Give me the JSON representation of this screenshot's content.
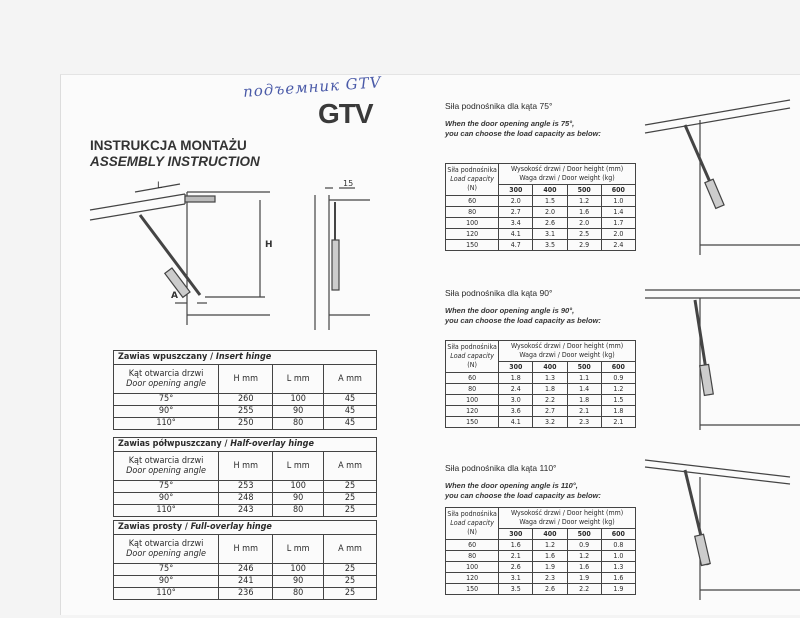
{
  "handwriting": "подъемник GTV",
  "logo": "GTV",
  "title_pl": "INSTRUKCJA MONTAŻU",
  "title_en": "ASSEMBLY INSTRUCTION",
  "diagram_labels": {
    "L": "L",
    "H": "H",
    "A": "A",
    "gap": "15"
  },
  "hinge_tables": [
    {
      "title_pl": "Zawias wpuszczany / ",
      "title_en": "Insert hinge",
      "col_angle_pl": "Kąt otwarcia drzwi",
      "col_angle_en": "Door opening angle",
      "cols": [
        "H mm",
        "L mm",
        "A mm"
      ],
      "rows": [
        [
          "75°",
          "260",
          "100",
          "45"
        ],
        [
          "90°",
          "255",
          "90",
          "45"
        ],
        [
          "110°",
          "250",
          "80",
          "45"
        ]
      ]
    },
    {
      "title_pl": "Zawias półwpuszczany / ",
      "title_en": "Half-overlay hinge",
      "col_angle_pl": "Kąt otwarcia drzwi",
      "col_angle_en": "Door opening angle",
      "cols": [
        "H mm",
        "L mm",
        "A mm"
      ],
      "rows": [
        [
          "75°",
          "253",
          "100",
          "25"
        ],
        [
          "90°",
          "248",
          "90",
          "25"
        ],
        [
          "110°",
          "243",
          "80",
          "25"
        ]
      ]
    },
    {
      "title_pl": "Zawias prosty / ",
      "title_en": "Full-overlay hinge",
      "col_angle_pl": "Kąt otwarcia drzwi",
      "col_angle_en": "Door opening angle",
      "cols": [
        "H mm",
        "L mm",
        "A mm"
      ],
      "rows": [
        [
          "75°",
          "246",
          "100",
          "25"
        ],
        [
          "90°",
          "241",
          "90",
          "25"
        ],
        [
          "110°",
          "236",
          "80",
          "25"
        ]
      ]
    }
  ],
  "load_tables": [
    {
      "title": "Siła podnośnika dla kąta 75°",
      "sub1": "When the door opening angle is 75°,",
      "sub2": "you can choose the load capacity as below:",
      "h1": "Siła podnośnika",
      "h2": "Load capacity",
      "h3": "(N)",
      "hr1": "Wysokość drzwi / Door height  (mm)",
      "hr2": "Waga drzwi / Door weight  (kg)",
      "cols": [
        "300",
        "400",
        "500",
        "600"
      ],
      "rows": [
        [
          "60",
          "2.0",
          "1.5",
          "1.2",
          "1.0"
        ],
        [
          "80",
          "2.7",
          "2.0",
          "1.6",
          "1.4"
        ],
        [
          "100",
          "3.4",
          "2.6",
          "2.0",
          "1.7"
        ],
        [
          "120",
          "4.1",
          "3.1",
          "2.5",
          "2.0"
        ],
        [
          "150",
          "4.7",
          "3.5",
          "2.9",
          "2.4"
        ]
      ]
    },
    {
      "title": "Siła podnośnika dla kąta 90°",
      "sub1": "When the door opening angle is 90°,",
      "sub2": "you can choose the load capacity as below:",
      "h1": "Siła podnośnika",
      "h2": "Load capacity",
      "h3": "(N)",
      "hr1": "Wysokość drzwi / Door height  (mm)",
      "hr2": "Waga drzwi / Door weight  (kg)",
      "cols": [
        "300",
        "400",
        "500",
        "600"
      ],
      "rows": [
        [
          "60",
          "1.8",
          "1.3",
          "1.1",
          "0.9"
        ],
        [
          "80",
          "2.4",
          "1.8",
          "1.4",
          "1.2"
        ],
        [
          "100",
          "3.0",
          "2.2",
          "1.8",
          "1.5"
        ],
        [
          "120",
          "3.6",
          "2.7",
          "2.1",
          "1.8"
        ],
        [
          "150",
          "4.1",
          "3.2",
          "2.3",
          "2.1"
        ]
      ]
    },
    {
      "title": "Siła podnośnika dla kąta 110°",
      "sub1": "When the door opening angle is 110°,",
      "sub2": "you can choose the load capacity as below:",
      "h1": "Siła podnośnika",
      "h2": "Load capacity",
      "h3": "(N)",
      "hr1": "Wysokość drzwi / Door height  (mm)",
      "hr2": "Waga drzwi / Door weight  (kg)",
      "cols": [
        "300",
        "400",
        "500",
        "600"
      ],
      "rows": [
        [
          "60",
          "1.6",
          "1.2",
          "0.9",
          "0.8"
        ],
        [
          "80",
          "2.1",
          "1.6",
          "1.2",
          "1.0"
        ],
        [
          "100",
          "2.6",
          "1.9",
          "1.6",
          "1.3"
        ],
        [
          "120",
          "3.1",
          "2.3",
          "1.9",
          "1.6"
        ],
        [
          "150",
          "3.5",
          "2.6",
          "2.2",
          "1.9"
        ]
      ]
    }
  ]
}
